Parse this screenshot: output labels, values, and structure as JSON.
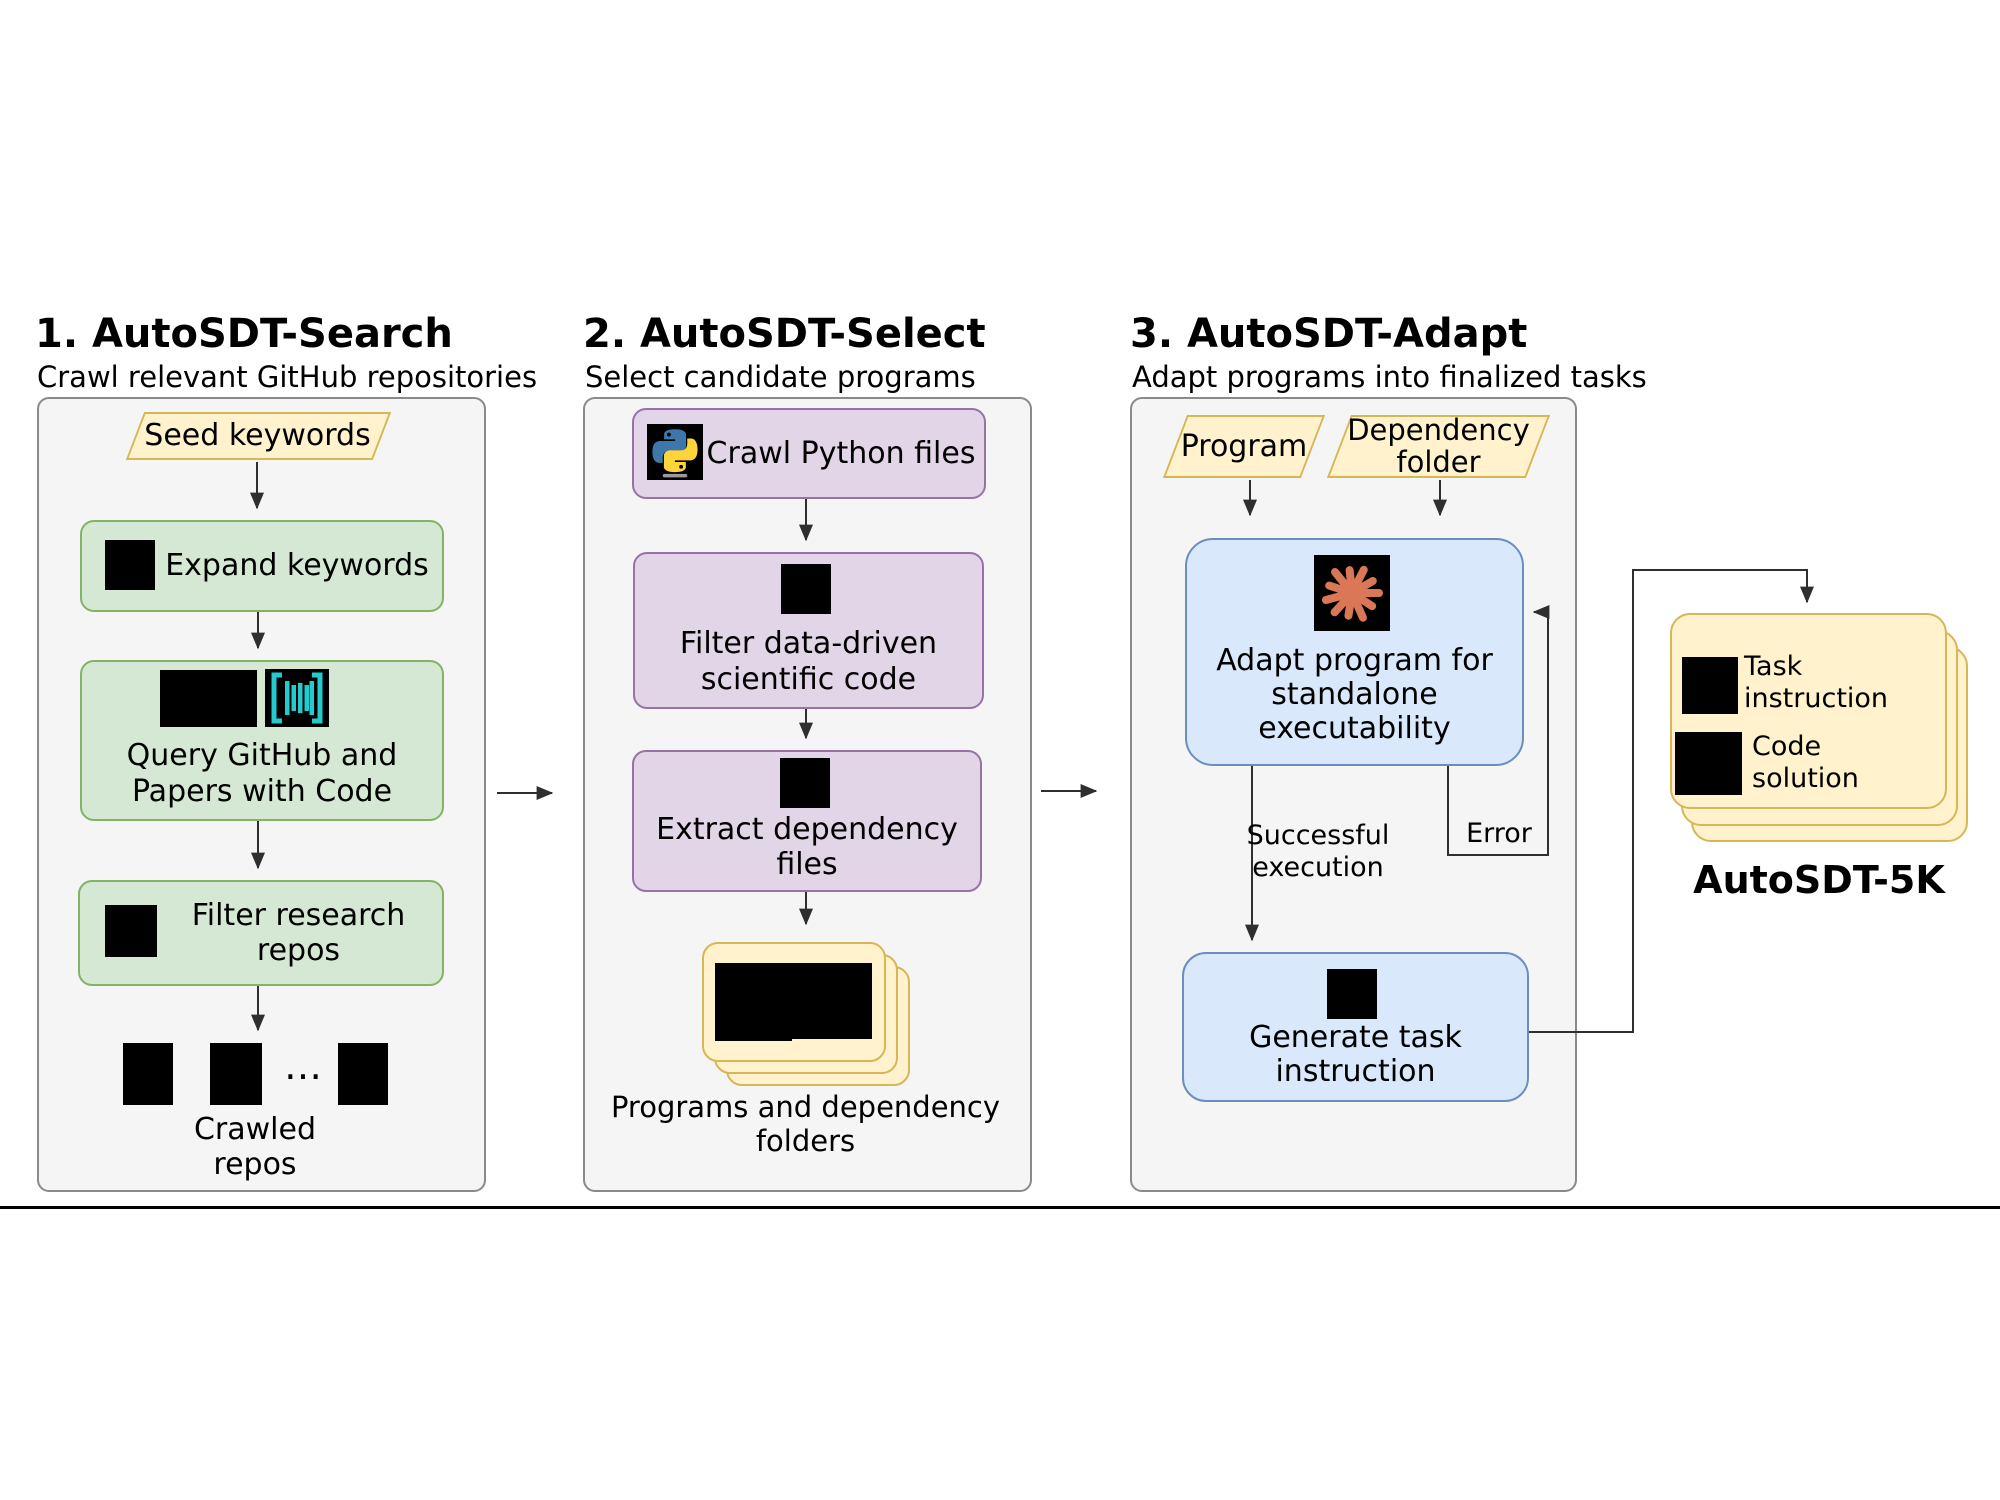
{
  "panel1": {
    "title": "1. AutoSDT-Search",
    "subtitle": "Crawl relevant GitHub repositories",
    "seed_keywords": "Seed keywords",
    "expand_keywords": "Expand keywords",
    "query_github": "Query GitHub and\nPapers with Code",
    "filter_repos": "Filter research\nrepos",
    "dots": "…",
    "crawled_repos": "Crawled\nrepos"
  },
  "panel2": {
    "title": "2. AutoSDT-Select",
    "subtitle": "Select candidate programs",
    "crawl_python": "Crawl Python files",
    "filter_code": "Filter data-driven\nscientific code",
    "extract_deps": "Extract dependency\nfiles",
    "programs_label": "Programs and dependency\nfolders"
  },
  "panel3": {
    "title": "3. AutoSDT-Adapt",
    "subtitle": "Adapt programs into finalized tasks",
    "program": "Program",
    "dependency_folder": "Dependency\nfolder",
    "adapt_program": "Adapt program for\nstandalone\nexecutability",
    "successful_execution": "Successful\nexecution",
    "error": "Error",
    "generate_task": "Generate task\ninstruction"
  },
  "output": {
    "task_instruction": "Task instruction",
    "code_solution": "Code solution",
    "dataset_title": "AutoSDT-5K"
  },
  "icons": {
    "seed_shape": "parallelogram",
    "expand_icon": "llm-logo-redacted",
    "github_icon": "github-logo-redacted",
    "pwc_icon": "papers-with-code",
    "python_icon": "python-logo",
    "claude_icon": "claude-starburst-logo",
    "repo_icons": "redacted-repo-squares"
  },
  "colors": {
    "green_fill": "#d5e8d4",
    "green_stroke": "#82b366",
    "purple_fill": "#e1d5e7",
    "purple_stroke": "#9673a6",
    "blue_fill": "#dae8fc",
    "blue_stroke": "#6c8ebf",
    "yellow_fill": "#fff2cc",
    "yellow_stroke": "#d6b656",
    "panel_fill": "#f5f5f5",
    "panel_stroke": "#8a8a8a",
    "pwc_cyan": "#21cbce",
    "claude_orange": "#d97757"
  }
}
